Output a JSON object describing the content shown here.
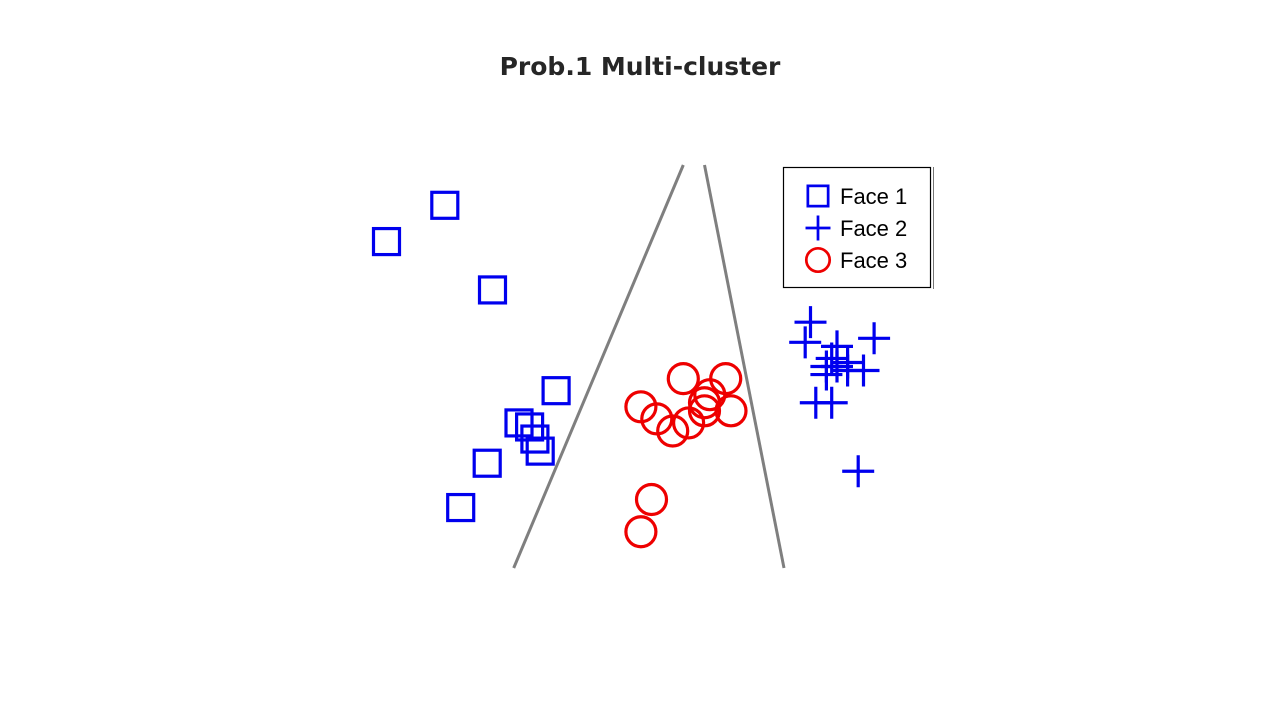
{
  "slide": {
    "title": "Prob.1 Multi-cluster"
  },
  "chart_data": {
    "type": "scatter",
    "title": "Prob.1 Multi-cluster",
    "xlabel": "",
    "ylabel": "",
    "xlim": [
      0,
      100
    ],
    "ylim": [
      0,
      100
    ],
    "axes_visible": false,
    "grid": false,
    "legend_position": "top-right",
    "series": [
      {
        "name": "Face 1",
        "marker": "square",
        "color": "#0000ee",
        "points": [
          [
            16,
            90
          ],
          [
            5,
            81
          ],
          [
            25,
            69
          ],
          [
            37,
            44
          ],
          [
            30,
            36
          ],
          [
            32,
            35
          ],
          [
            33,
            32
          ],
          [
            34,
            29
          ],
          [
            24,
            26
          ],
          [
            19,
            15
          ]
        ]
      },
      {
        "name": "Face 2",
        "marker": "plus",
        "color": "#0000ee",
        "points": [
          [
            85,
            61
          ],
          [
            90,
            55
          ],
          [
            84,
            56
          ],
          [
            89,
            52
          ],
          [
            90,
            50
          ],
          [
            88,
            50
          ],
          [
            92,
            51
          ],
          [
            97,
            57
          ],
          [
            88,
            48
          ],
          [
            86,
            41
          ],
          [
            89,
            41
          ],
          [
            92,
            49
          ],
          [
            95,
            49
          ],
          [
            94,
            24
          ]
        ]
      },
      {
        "name": "Face 3",
        "marker": "circle",
        "color": "#ee0000",
        "points": [
          [
            61,
            47
          ],
          [
            69,
            47
          ],
          [
            66,
            43
          ],
          [
            53,
            40
          ],
          [
            56,
            37
          ],
          [
            59,
            34
          ],
          [
            62,
            36
          ],
          [
            65,
            41
          ],
          [
            70,
            39
          ],
          [
            55,
            17
          ],
          [
            53,
            9
          ],
          [
            65,
            39
          ]
        ]
      }
    ],
    "separators": [
      {
        "from": [
          29,
          0
        ],
        "to": [
          61,
          100
        ]
      },
      {
        "from": [
          80,
          0
        ],
        "to": [
          65,
          100
        ]
      }
    ]
  }
}
